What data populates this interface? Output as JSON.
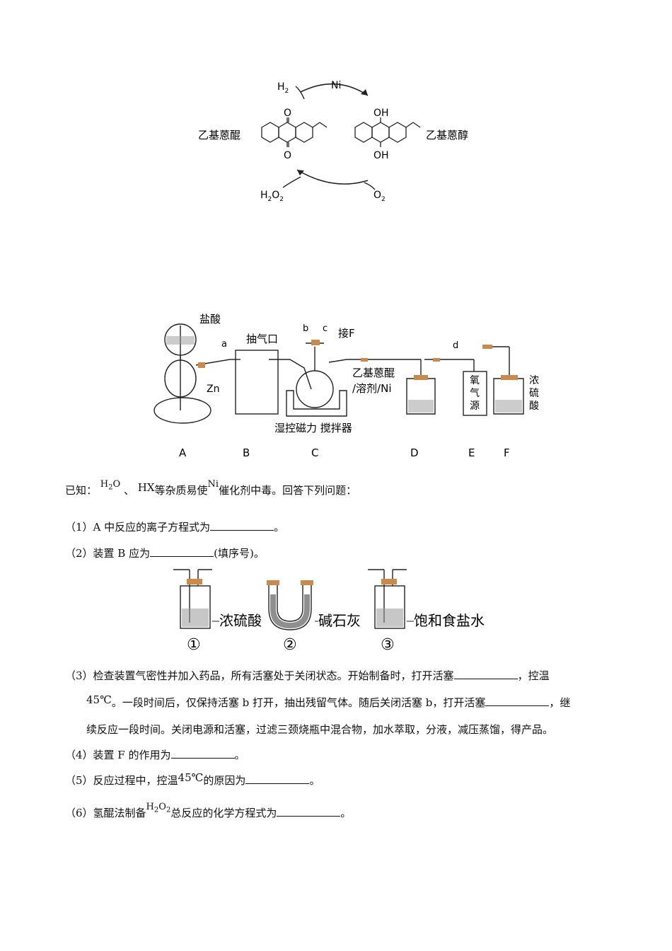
{
  "scheme": {
    "h2": "H",
    "h2_sub": "2",
    "ni": "Ni",
    "left_name": "乙基蒽醌",
    "right_name": "乙基蒽醇",
    "o_top": "O",
    "o_bottom": "O",
    "oh_top": "OH",
    "oh_bottom": "OH",
    "h2o2": "H",
    "h2o2_sub1": "2",
    "h2o2_mid": "O",
    "h2o2_sub2": "2",
    "o2": "O",
    "o2_sub": "2"
  },
  "apparatus": {
    "hcl": "盐酸",
    "zn": "Zn",
    "a": "a",
    "b": "b",
    "c": "c",
    "d": "d",
    "pump_port": "抽气口",
    "to_f": "接F",
    "reagent_line1": "乙基蒽醌",
    "reagent_line2": "/溶剂/Ni",
    "stirrer": "湿控磁力 搅拌器",
    "oxygen_source": [
      "氧",
      "气",
      "源"
    ],
    "conc_acid": [
      "浓",
      "硫",
      "酸"
    ],
    "labels": [
      "A",
      "B",
      "C",
      "D",
      "E",
      "F"
    ]
  },
  "known": {
    "prefix": "已知：",
    "h2o": "H",
    "h2o_sub": "2",
    "h2o_o": "O",
    "sep": "、",
    "hx": "HX",
    "middle": "等杂质易使",
    "ni": "Ni",
    "suffix": "催化剂中毒。回答下列问题："
  },
  "questions": {
    "q1": "（1）A 中反应的离子方程式为",
    "q1_end": "。",
    "q2": "（2）装置 B 应为",
    "q2_end": "(填序号)。",
    "q3_line1_a": "（3）检查装置气密性并加入药品，所有活塞处于关闭状态。开始制备时，打开活塞",
    "q3_line1_b": "，控温",
    "q3_line2_temp": "45℃",
    "q3_line2_a": "。一段时间后，仅保持活塞 b 打开，抽出残留气体。随后关闭活塞 b，打开活塞",
    "q3_line2_b": "，继",
    "q3_line3": "续反应一段时间。关闭电源和活塞，过滤三颈烧瓶中混合物，加水萃取，分液，减压蒸馏，得产品。",
    "q4": "（4）装置 F 的作用为",
    "q4_end": "。",
    "q5_a": "（5）反应过程中，控温",
    "q5_temp": "45℃",
    "q5_b": "的原因为",
    "q5_end": "。",
    "q6_a": "（6）氢醌法制备",
    "q6_h": "H",
    "q6_sub1": "2",
    "q6_o": "O",
    "q6_sub2": "2",
    "q6_b": "总反应的化学方程式为",
    "q6_end": "。"
  },
  "options": {
    "opt1_label": "浓硫酸",
    "opt2_label": "碱石灰",
    "opt3_label": "饱和食盐水",
    "num1": "①",
    "num2": "②",
    "num3": "③"
  }
}
